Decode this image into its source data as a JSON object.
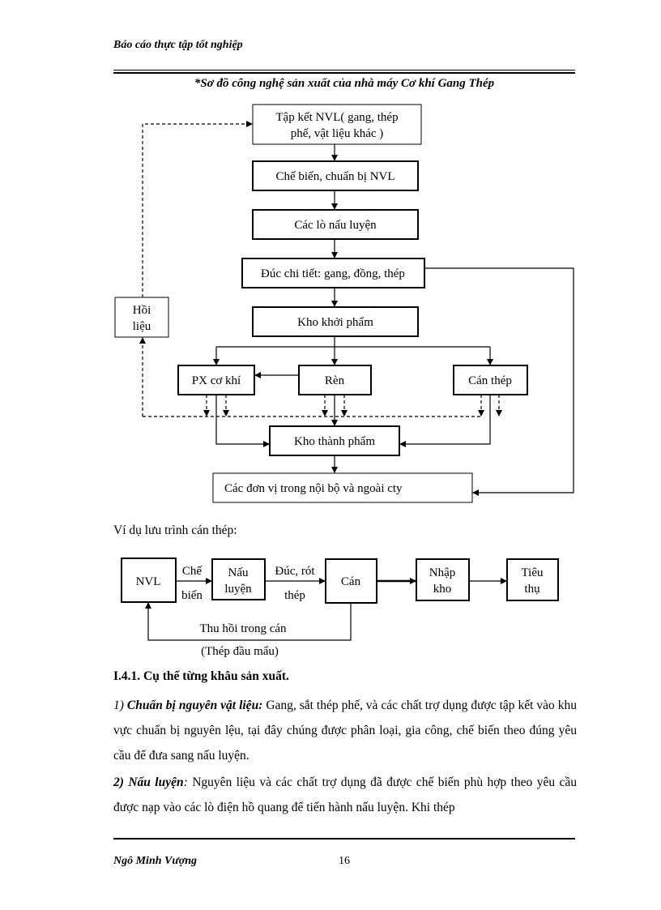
{
  "header": {
    "running_title": "Báo cáo thực tập tốt nghiệp"
  },
  "diagram1": {
    "title": "*Sơ đồ công nghệ sản xuất của nhà máy Cơ khí Gang Thép",
    "nodes": {
      "tap_ket_line1": "Tập kết NVL( gang, thép",
      "tap_ket_line2": "phế, vật liệu khác )",
      "che_bien": "Chế biến, chuẩn bị NVL",
      "lo_nau": "Các lò nấu luyện",
      "duc": "Đúc chi tiết: gang, đồng, thép",
      "hoi_lieu_line1": "Hồi",
      "hoi_lieu_line2": "liệu",
      "kho_khoi": "Kho khởi phẩm",
      "px_co_khi": "PX cơ khí",
      "ren": "Rèn",
      "can_thep": "Cán thép",
      "kho_thanh": "Kho thành phẩm",
      "don_vi": "Các đơn vị trong nội bộ và ngoài cty"
    }
  },
  "example": {
    "intro": "Ví dụ lưu trình cán thép:",
    "nodes": {
      "nvl": "NVL",
      "nau_line1": "Nấu",
      "nau_line2": "luyện",
      "can": "Cán",
      "nhap_line1": "Nhập",
      "nhap_line2": "kho",
      "tieu_line1": "Tiêu",
      "tieu_line2": "thụ"
    },
    "edge_labels": {
      "che_line1": "Chế",
      "che_line2": "biến",
      "duc_line1": "Đúc, rót",
      "duc_line2": "thép",
      "thu_hoi_line1": "Thu hồi trong cán",
      "thu_hoi_line2": "(Thép đầu mẩu)"
    }
  },
  "section": {
    "heading": "I.4.1. Cụ thể từng khâu sản xuất.",
    "p1": {
      "num": "1) ",
      "label": "Chuẩn bị nguyên vật liệu:",
      "text": " Gang, sắt thép phế,    và các chất trợ dụng được tập kết vào khu vực chuẩn bị nguyên lệu, tại đây chúng được phân loại, gia công, chế biến theo đúng yêu cầu để đưa sang nấu luyện."
    },
    "p2": {
      "label": "2) Nấu luyện",
      "colon": ":",
      "text": " Nguyên liệu và các chất trợ dụng đã được chế biến phù hợp theo yêu cầu được nạp vào các lò điện hồ quang để tiến hành nấu luyện. Khi thép"
    }
  },
  "footer": {
    "author": "Ngô Minh Vượng",
    "page_number": "16"
  }
}
